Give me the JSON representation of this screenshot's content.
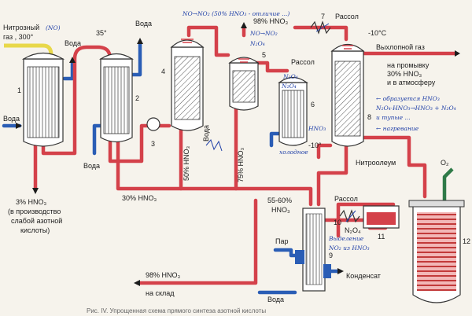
{
  "labels": {
    "nitrous_gas_line1": "Нитрозный",
    "nitrous_gas_line2": "газ , 300°",
    "nitrous_gas_hand": "(NO)",
    "water_top_left": "Вода",
    "water_left": "Вода",
    "temp_35": "35°",
    "water_top_mid": "Вода",
    "water_mid_left": "Вода",
    "water_mid_right": "Вода",
    "hno3_3pct_line1": "3% HNO₃",
    "hno3_3pct_line2": "(в производство",
    "hno3_3pct_line3": "слабой азотной",
    "hno3_3pct_line4": "кислоты)",
    "hno3_30pct": "30% HNO₃",
    "hno3_50pct": "50% HNO₃",
    "hno3_75pct": "75% HNO₃",
    "hno3_98pct_top": "98% HNO₃",
    "brine_top": "Рассол",
    "temp_minus10_top": "-10°C",
    "exhaust_gas": "Выхлопной газ",
    "to_wash_line1": "на промывку",
    "to_wash_line2": "30% HNO₃",
    "to_wash_line3": "и в атмосферу",
    "brine_mid": "Рассол",
    "n2o4_small": "N₂O₄",
    "temp_minus10_mid": "-10°",
    "nitrooleum": "Нитроолеум",
    "o2": "O₂",
    "hno3_55_60_line1": "55-60%",
    "hno3_55_60_line2": "HNO₃",
    "brine_bottom": "Рассол",
    "n2o4": "N₂O₄",
    "steam": "Пар",
    "hno3_98pct_bottom_line1": "98% HNO₃",
    "hno3_98pct_bottom_line2": "на склад",
    "condensate": "Конденсат",
    "water_bottom": "Вода",
    "caption": "Рис. IV. Упрощенная схема прямого синтеза азотной кислоты"
  },
  "equipment_numbers": {
    "n1": "1",
    "n2": "2",
    "n3": "3",
    "n4": "4",
    "n5": "5",
    "n6": "6",
    "n7": "7",
    "n8": "8",
    "n9": "9",
    "n10": "10",
    "n11": "11",
    "n12": "12"
  },
  "handwritten": {
    "top_reaction": "NO→NO₂ (50% HNO₃ - отличие ...)",
    "reaction_5_line1": "NO→NO₂",
    "reaction_5_line2": "N₂O₄",
    "n2o4_at_6": "N₂O₄",
    "hno3_at_6": "HNO₃",
    "note_8_line1": "← образуется HNO₃",
    "note_8_line2": "N₂O₄·HNO₃→HNO₃ + N₂O₄",
    "note_8_line3": "и тупые ...",
    "note_8_line4": "← нагревание",
    "cooling_6": "холодное",
    "note_9_line1": "Выделение",
    "note_9_line2": "NO₂ из HNO₃"
  },
  "colors": {
    "acid_pipe": "#d4414a",
    "water_pipe": "#2a5db5",
    "nitrous_gas_pipe": "#e8d84a",
    "oxygen_pipe": "#2f7a48",
    "handwriting_ink": "#2040a8"
  }
}
